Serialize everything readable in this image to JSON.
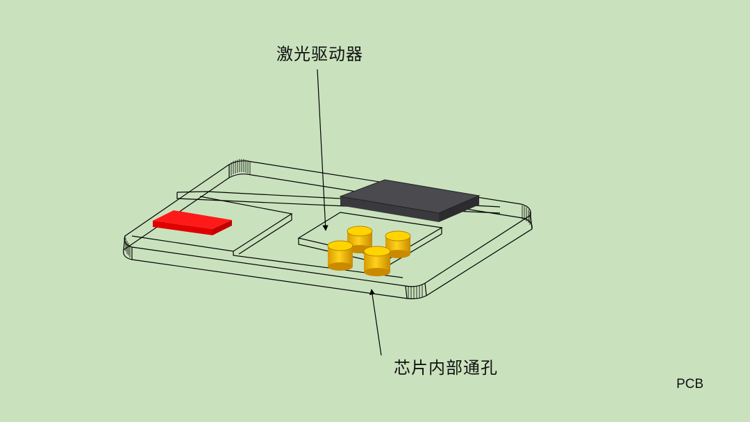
{
  "labels": {
    "laser_driver": "激光驱动器",
    "chip_via": "芯片内部通孔",
    "pcb": "PCB"
  },
  "colors": {
    "background": "#c9e2bd",
    "outline": "#000000",
    "red_component": "#ff1a1a",
    "gray_chip": "#4a4a4f",
    "via_gold": "#f3c000"
  }
}
